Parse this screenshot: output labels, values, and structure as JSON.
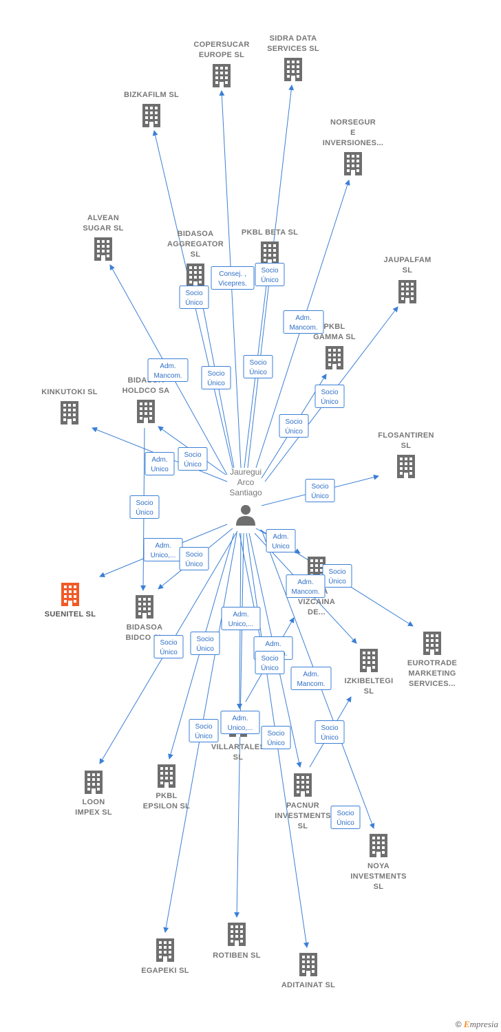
{
  "colors": {
    "edge": "#3a7fd5",
    "node": "#6e6e6e",
    "highlight": "#f05a28",
    "label_border": "#3a7fd5"
  },
  "center": {
    "name": "person-node",
    "lines": [
      "Jauregui",
      "Arco",
      "Santiago"
    ],
    "icon": "person-icon"
  },
  "companies": [
    {
      "id": "copersucar",
      "lines": [
        "COPERSUCAR",
        "EUROPE  SL"
      ],
      "icon": "building-icon"
    },
    {
      "id": "sidra",
      "lines": [
        "SIDRA DATA",
        "SERVICES  SL"
      ],
      "icon": "building-icon"
    },
    {
      "id": "bizkafilm",
      "lines": [
        "BIZKAFILM  SL"
      ],
      "icon": "building-icon"
    },
    {
      "id": "norsegur",
      "lines": [
        "NORSEGUR",
        "E",
        "INVERSIONES..."
      ],
      "icon": "building-icon"
    },
    {
      "id": "alvean",
      "lines": [
        "ALVEAN",
        "SUGAR  SL"
      ],
      "icon": "building-icon"
    },
    {
      "id": "bidasoa-agg",
      "lines": [
        "BIDASOA",
        "AGGREGATOR",
        "SL"
      ],
      "icon": "building-icon"
    },
    {
      "id": "pkbl-beta",
      "lines": [
        "PKBL BETA  SL"
      ],
      "icon": "building-icon"
    },
    {
      "id": "jaupalfam",
      "lines": [
        "JAUPALFAM",
        "SL"
      ],
      "icon": "building-icon"
    },
    {
      "id": "pkbl-gamma",
      "lines": [
        "PKBL",
        "GAMMA  SL"
      ],
      "icon": "building-icon"
    },
    {
      "id": "kinkutoki",
      "lines": [
        "KINKUTOKI  SL"
      ],
      "icon": "building-icon"
    },
    {
      "id": "bidasoa-holdco",
      "lines": [
        "BIDASOA",
        "HOLDCO SA"
      ],
      "icon": "building-icon"
    },
    {
      "id": "flosantiren",
      "lines": [
        "FLOSANTIREN",
        "SL"
      ],
      "icon": "building-icon"
    },
    {
      "id": "suenitel",
      "lines": [
        "SUENITEL  SL"
      ],
      "icon": "building-icon"
    },
    {
      "id": "bidasoa-bidco",
      "lines": [
        "BIDASOA",
        "BIDCO SL"
      ],
      "icon": "building-icon"
    },
    {
      "id": "dora",
      "lines": [
        "DORA",
        "VIZCAINA",
        "DE..."
      ],
      "icon": "building-icon"
    },
    {
      "id": "eurotrade",
      "lines": [
        "EUROTRADE",
        "MARKETING",
        "SERVICES..."
      ],
      "icon": "building-icon"
    },
    {
      "id": "izkibeltegi",
      "lines": [
        "IZKIBELTEGI",
        "SL"
      ],
      "icon": "building-icon"
    },
    {
      "id": "villartales",
      "lines": [
        "VILLARTALES",
        "SL"
      ],
      "icon": "building-icon"
    },
    {
      "id": "loon",
      "lines": [
        "LOON",
        "IMPEX  SL"
      ],
      "icon": "building-icon"
    },
    {
      "id": "pkbl-epsilon",
      "lines": [
        "PKBL",
        "EPSILON  SL"
      ],
      "icon": "building-icon"
    },
    {
      "id": "pacnur",
      "lines": [
        "PACNUR",
        "INVESTMENTS",
        "SL"
      ],
      "icon": "building-icon"
    },
    {
      "id": "noya",
      "lines": [
        "NOYA",
        "INVESTMENTS",
        "SL"
      ],
      "icon": "building-icon"
    },
    {
      "id": "egapeki",
      "lines": [
        "EGAPEKI  SL"
      ],
      "icon": "building-icon"
    },
    {
      "id": "rotiben",
      "lines": [
        "ROTIBEN  SL"
      ],
      "icon": "building-icon"
    },
    {
      "id": "aditainat",
      "lines": [
        "ADITAINAT  SL"
      ],
      "icon": "building-icon"
    }
  ],
  "edge_labels": [
    {
      "target": "pkbl-beta",
      "lines": [
        "Consej. ,",
        "Vicepres."
      ]
    },
    {
      "target": "sidra",
      "lines": [
        "Socio",
        "Único"
      ]
    },
    {
      "target": "bizkafilm",
      "lines": [
        "Socio",
        "Único"
      ]
    },
    {
      "target": "norsegur",
      "lines": [
        "Adm.",
        "Mancom."
      ]
    },
    {
      "target": "alvean",
      "lines": [
        "Adm.",
        "Mancom."
      ]
    },
    {
      "target": "bidasoa-agg",
      "lines": [
        "Socio",
        "Único"
      ]
    },
    {
      "target": "copersucar",
      "lines": [
        "Socio",
        "Único"
      ]
    },
    {
      "target": "jaupalfam",
      "lines": [
        "Socio",
        "Único"
      ]
    },
    {
      "target": "pkbl-gamma",
      "lines": [
        "Socio",
        "Único"
      ]
    },
    {
      "target": "bidasoa-holdco",
      "lines": [
        "Socio",
        "Único"
      ]
    },
    {
      "target": "kinkutoki",
      "lines": [
        "Adm.",
        "Unico"
      ]
    },
    {
      "target": "flosantiren",
      "lines": [
        "Socio",
        "Único"
      ]
    },
    {
      "target": "bidasoa-bidco",
      "lines": [
        "Socio",
        "Único"
      ]
    },
    {
      "target": "suenitel",
      "lines": [
        "Adm.",
        "Unico,..."
      ]
    },
    {
      "target": "bidasoa-bidco",
      "lines": [
        "Socio",
        "Único"
      ]
    },
    {
      "target": "dora",
      "lines": [
        "Adm.",
        "Unico"
      ]
    },
    {
      "target": "eurotrade",
      "lines": [
        "Socio",
        "Único"
      ]
    },
    {
      "target": "izkibeltegi",
      "lines": [
        "Adm.",
        "Mancom."
      ]
    },
    {
      "target": "villartales",
      "lines": [
        "Adm.",
        "Unico,..."
      ]
    },
    {
      "target": "loon",
      "lines": [
        "Socio",
        "Único"
      ]
    },
    {
      "target": "pkbl-epsilon",
      "lines": [
        "Socio",
        "Único"
      ]
    },
    {
      "target": "pacnur",
      "lines": [
        "Adm.",
        "Mancom."
      ]
    },
    {
      "target": "villartales",
      "lines": [
        "Socio",
        "Único"
      ]
    },
    {
      "target": "pacnur",
      "lines": [
        "Adm.",
        "Mancom."
      ]
    },
    {
      "target": "egapeki",
      "lines": [
        "Socio",
        "Único"
      ]
    },
    {
      "target": "villartales",
      "lines": [
        "Adm.",
        "Unico,..."
      ]
    },
    {
      "target": "aditainat",
      "lines": [
        "Socio",
        "Único"
      ]
    },
    {
      "target": "izkibeltegi",
      "lines": [
        "Socio",
        "Único"
      ]
    },
    {
      "target": "noya",
      "lines": [
        "Socio",
        "Único"
      ]
    }
  ],
  "footer": {
    "copyright": "©",
    "brand_initial": "E",
    "brand_rest": "mpresia"
  }
}
